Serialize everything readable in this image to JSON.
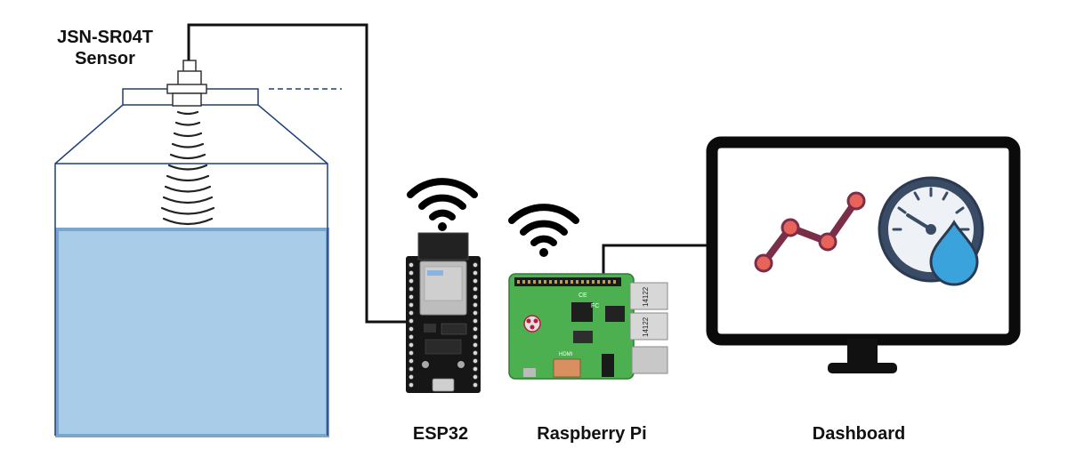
{
  "labels": {
    "sensor": "JSN-SR04T Sensor",
    "esp32": "ESP32",
    "raspberry_pi": "Raspberry Pi",
    "dashboard": "Dashboard"
  },
  "colors": {
    "water": "#a9cde8",
    "water_edge": "#7aa6cc",
    "tank_line": "#1f3f7a",
    "wire": "#111111",
    "board_green": "#4caf50",
    "gauge_blue": "#3aa3dc",
    "chart_point": "#e8645a",
    "chart_line": "#7a2e49"
  },
  "icons": {
    "wifi_esp": "wifi-icon",
    "wifi_rpi": "wifi-icon",
    "chart": "line-chart-icon",
    "gauge": "water-gauge-icon"
  },
  "chips": {
    "usb_top": "14122",
    "usb_bottom": "14122",
    "hdmi": "HDMI",
    "fcc": "FC",
    "ce": "CE"
  }
}
